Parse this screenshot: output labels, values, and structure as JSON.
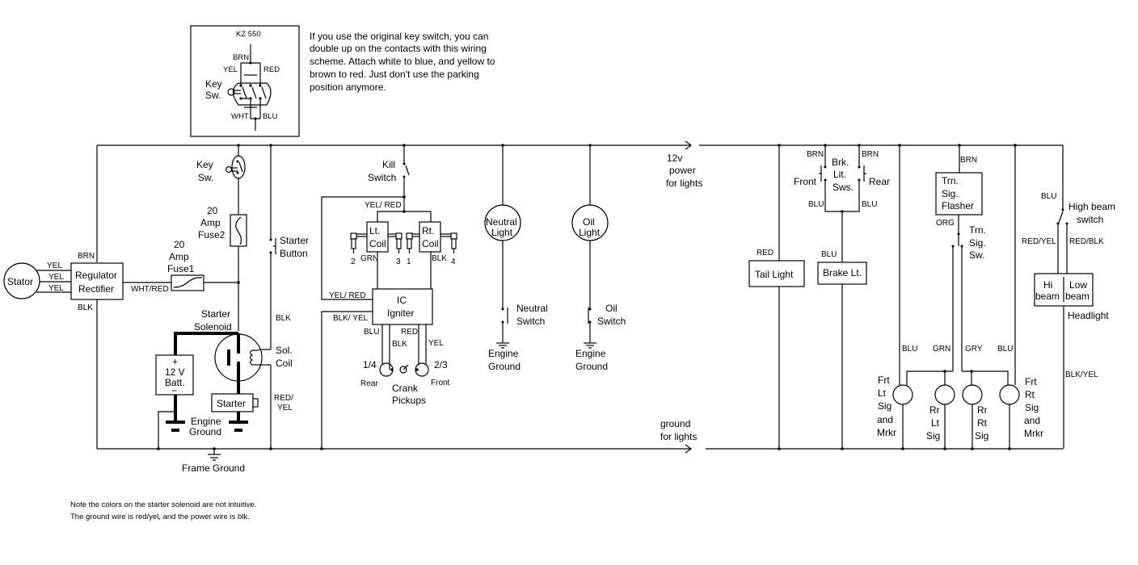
{
  "diagram": {
    "title_inset": "KZ 550",
    "inset_note": [
      "If you use the original key switch, you can",
      "double up on the contacts with this wiring",
      "scheme. Attach white to blue, and yellow to",
      "brown to red. Just don't use the parking",
      "position anymore."
    ],
    "inset_labels": {
      "brn": "BRN",
      "yel": "YEL",
      "red": "RED",
      "key": "Key",
      "sw": "Sw.",
      "wht": "WHT",
      "blu": "BLU"
    },
    "bottom_note": [
      "Note the colors on the starter solenoid are not intuitive.",
      "The ground wire is red/yel, and the power wire is blk."
    ],
    "components": {
      "stator": "Stator",
      "regulator": [
        "Regulator",
        "Rectifier"
      ],
      "key_switch": [
        "Key",
        "Sw."
      ],
      "fuse2": [
        "20",
        "Amp",
        "Fuse2"
      ],
      "fuse1": [
        "20",
        "Amp",
        "Fuse1"
      ],
      "starter_button": [
        "Starter",
        "Button"
      ],
      "starter_solenoid": [
        "Starter",
        "Solenoid"
      ],
      "sol_coil": [
        "Sol.",
        "Coil"
      ],
      "battery": [
        "+",
        "12 V",
        "Batt.",
        "−"
      ],
      "starter": "Starter",
      "engine_ground": [
        "Engine",
        "Ground"
      ],
      "frame_ground": "Frame Ground",
      "kill_switch": [
        "Kill",
        "Switch"
      ],
      "lt_coil": [
        "Lt.",
        "Coil"
      ],
      "rt_coil": [
        "Rt.",
        "Coil"
      ],
      "plug_numbers": [
        "2",
        "3",
        "1",
        "4"
      ],
      "ic_igniter": [
        "IC",
        "Igniter"
      ],
      "crank_pickups": [
        "Crank",
        "Pickups"
      ],
      "pickup_rear": [
        "1/4",
        "Rear"
      ],
      "pickup_front": [
        "2/3",
        "Front"
      ],
      "neutral_light": [
        "Neutral",
        "Light"
      ],
      "neutral_switch": [
        "Neutral",
        "Switch"
      ],
      "oil_light": [
        "Oil",
        "Light"
      ],
      "oil_switch": [
        "Oil",
        "Switch"
      ],
      "power_bus": [
        "12v",
        "power",
        "for lights"
      ],
      "ground_bus": [
        "ground",
        "for lights"
      ],
      "tail_light": "Tail Light",
      "brake_switches": [
        "Brk.",
        "Lit.",
        "Sws."
      ],
      "brake_front": "Front",
      "brake_rear": "Rear",
      "brake_light": "Brake Lt.",
      "flasher": [
        "Trn.",
        "Sig.",
        "Flasher"
      ],
      "turn_switch": [
        "Trn.",
        "Sig.",
        "Sw."
      ],
      "high_beam_switch": [
        "High beam",
        "switch"
      ],
      "headlight": [
        "Hi",
        "beam",
        "Low",
        "beam",
        "Headlight"
      ],
      "frt_lt_sig": [
        "Frt",
        "Lt",
        "Sig",
        "and",
        "Mrkr"
      ],
      "rr_lt_sig": [
        "Rr",
        "Lt",
        "Sig"
      ],
      "rr_rt_sig": [
        "Rr",
        "Rt",
        "Sig"
      ],
      "frt_rt_sig": [
        "Frt",
        "Rt",
        "Sig",
        "and",
        "Mrkr"
      ]
    },
    "wire_colors": {
      "stator_1": "YEL",
      "stator_2": "YEL",
      "stator_3": "YEL",
      "reg_out_top": "BRN",
      "reg_out_bottom": "BLK",
      "reg_to_fuse": "WHT/RED",
      "solenoid_power": "BLK",
      "solenoid_ground": "RED/\nYEL",
      "kill_out": "YEL/ RED",
      "igniter_in": "YEL/ RED",
      "igniter_gnd": "BLK/ YEL",
      "lt_coil_out": "GRN",
      "rt_coil_out": "BLK",
      "pickup_blu": "BLU",
      "pickup_blk": "BLK",
      "pickup_red": "RED",
      "pickup_yel": "YEL",
      "tail_red": "RED",
      "brk_brn_l": "BRN",
      "brk_brn_r": "BRN",
      "brk_blu_l": "BLU",
      "brk_blu_r": "BLU",
      "brake_blu": "BLU",
      "flasher_brn": "BRN",
      "flasher_org": "ORG",
      "hb_blu": "BLU",
      "hb_red_yel": "RED/YEL",
      "hb_red_blk": "RED/BLK",
      "sig_blu_l": "BLU",
      "sig_grn": "GRN",
      "sig_gry": "GRY",
      "sig_blu_r": "BLU",
      "headlight_gnd": "BLK/YEL"
    }
  }
}
